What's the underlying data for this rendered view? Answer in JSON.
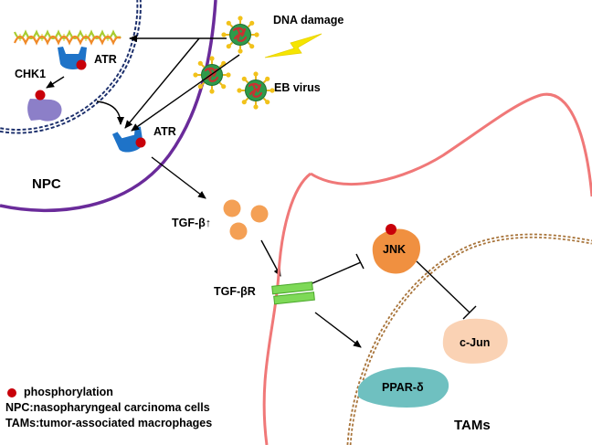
{
  "labels": {
    "dna_damage": "DNA damage",
    "eb_virus": "EB virus",
    "atr_upper": "ATR",
    "chk1": "CHK1",
    "atr_lower": "ATR",
    "npc": "NPC",
    "tgf_beta": "TGF-β↑",
    "tgf_beta_r": "TGF-βR",
    "jnk": "JNK",
    "c_jun": "c-Jun",
    "ppar_delta": "PPAR-δ",
    "tams": "TAMs"
  },
  "legend": {
    "phosphorylation": "phosphorylation",
    "npc_def": "NPC:nasopharyngeal carcinoma cells",
    "tams_def": "TAMs:tumor-associated macrophages"
  },
  "colors": {
    "phospho_dot": "#c8000a",
    "npc_membrane": "#6a2b9a",
    "nucleus_dash": "#1b2e6b",
    "atr_blue": "#1e73c8",
    "chk1_purple": "#8c7fc8",
    "tgf_orange": "#f4a055",
    "receptor_green": "#7ed957",
    "tam_membrane": "#f07878",
    "tam_nucleus": "#a8743a",
    "jnk_orange": "#f09040",
    "cjun_peach": "#fad2b4",
    "ppar_teal": "#6fc0c0",
    "virus_green": "#2e9a4a",
    "virus_red": "#c83232",
    "lightning_yellow": "#f5e500"
  },
  "icons": [
    "dna-helix-icon",
    "virus-icon",
    "lightning-icon",
    "phosphorylation-dot-icon"
  ]
}
